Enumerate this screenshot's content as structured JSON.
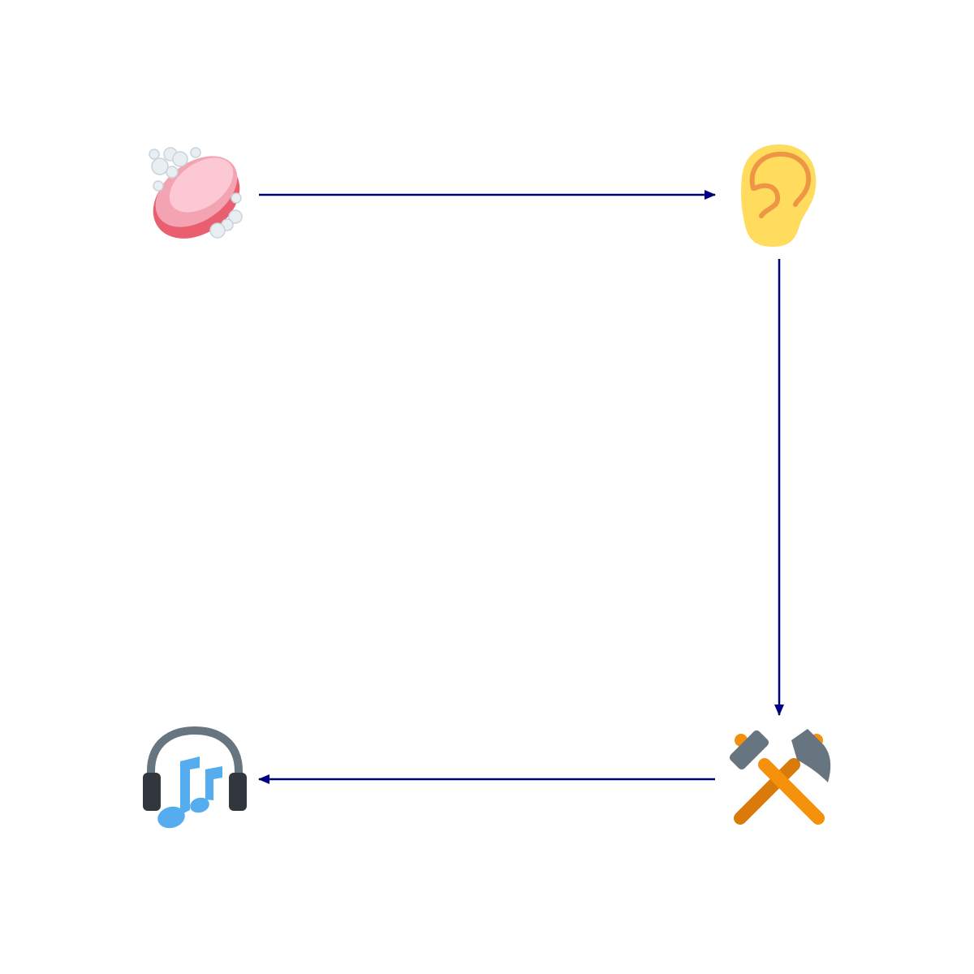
{
  "diagram": {
    "nodes": [
      {
        "id": "soap",
        "icon": "soap-icon"
      },
      {
        "id": "ear",
        "icon": "ear-icon"
      },
      {
        "id": "hammer-and-pick",
        "icon": "hammer-and-pick-icon"
      },
      {
        "id": "headphones-music",
        "icon": "headphones-music-icon"
      }
    ],
    "edges": [
      {
        "from": "soap",
        "to": "ear"
      },
      {
        "from": "ear",
        "to": "hammer-and-pick"
      },
      {
        "from": "hammer-and-pick",
        "to": "headphones-music"
      }
    ],
    "colors": {
      "arrow": "#00007f",
      "background": "#ffffff"
    }
  }
}
